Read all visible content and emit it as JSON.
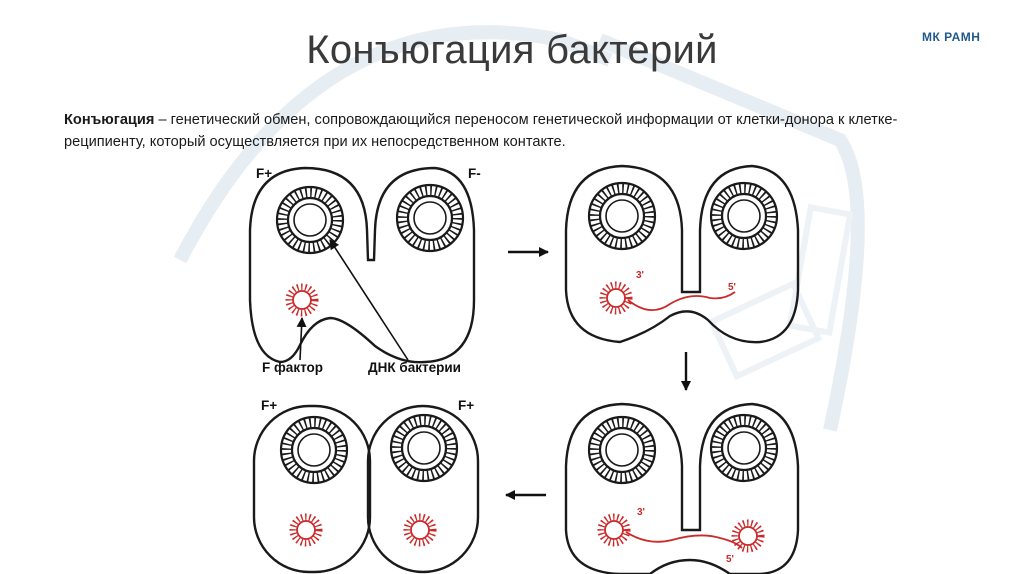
{
  "header": {
    "title": "Конъюгация бактерий",
    "brand": "МК РАМН"
  },
  "definition": {
    "term": "Конъюгация",
    "text": " – генетический обмен, сопровождающийся переносом генетической информации от клетки-донора к клетке-реципиенту, который осуществляется при их непосредственном контакте."
  },
  "diagram": {
    "labels": {
      "panel1_left": "F+",
      "panel1_right": "F-",
      "panel3_left": "F+",
      "panel3_right": "F+",
      "f_factor": "F фактор",
      "bacterial_dna": "ДНК бактерии",
      "p2_three_prime": "3'",
      "p2_five_prime": "5'",
      "p4_three_prime": "3'",
      "p4_five_prime": "5'"
    },
    "colors": {
      "outline": "#1a1a1a",
      "plasmid": "#cc2a2a",
      "watermark": "#dfe8f0"
    }
  }
}
